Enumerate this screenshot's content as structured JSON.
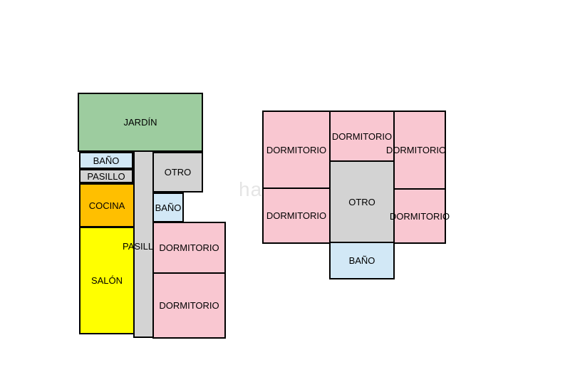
{
  "colors": {
    "garden": "#9dcc9f",
    "bathroom": "#d2e8f6",
    "hallway": "#d3d3d3",
    "kitchen": "#ffbf00",
    "living": "#ffff00",
    "bedroom": "#f9c7d1",
    "other": "#d3d3d3",
    "outline": "#000000"
  },
  "watermark": "habitaclia SA",
  "floor_left": {
    "jardin": "JARDÍN",
    "bano_top": "BAÑO",
    "pasillo_small": "PASILLO",
    "cocina": "COCINA",
    "salon": "SALÓN",
    "pasillo_vertical": "PASILLO",
    "otro": "OTRO",
    "bano_mid": "BAÑO",
    "dormitorio_1": "DORMITORIO",
    "dormitorio_2": "DORMITORIO"
  },
  "floor_right": {
    "dormitorio_tl": "DORMITORIO",
    "dormitorio_tc": "DORMITORIO",
    "dormitorio_tr": "DORMITORIO",
    "dormitorio_bl": "DORMITORIO",
    "dormitorio_br": "DORMITORIO",
    "otro": "OTRO",
    "bano": "BAÑO"
  }
}
